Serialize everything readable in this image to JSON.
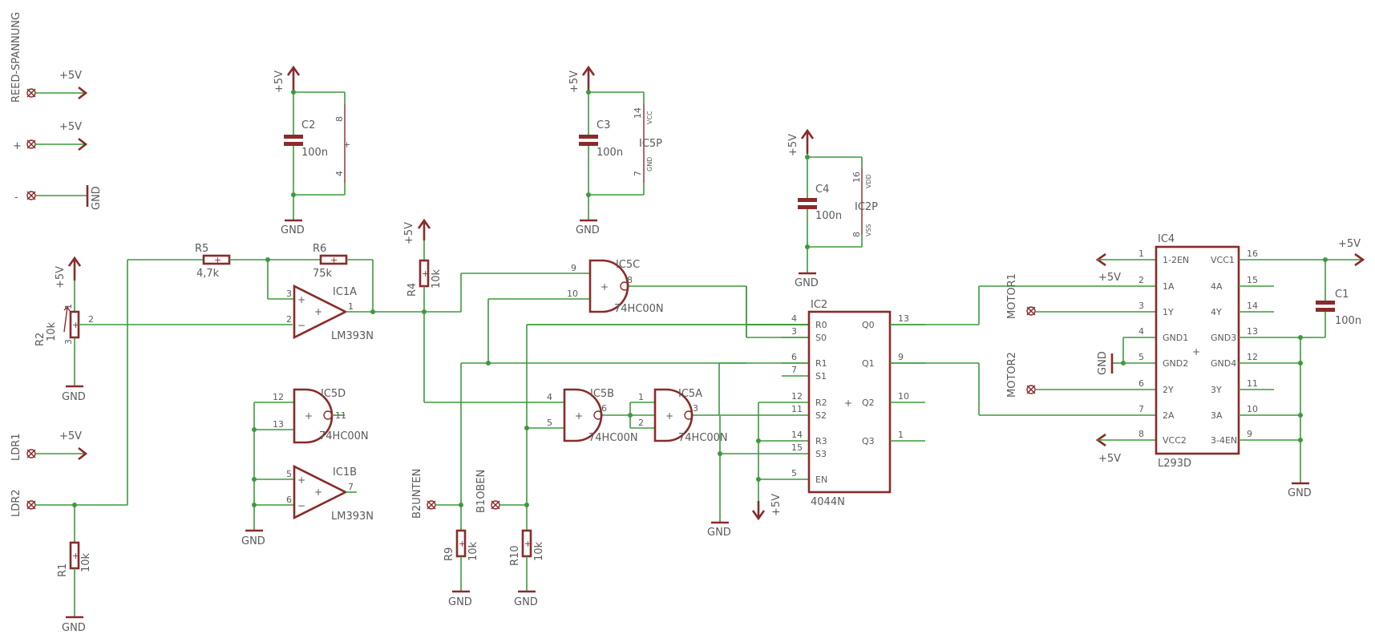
{
  "rails": {
    "vcc": "+5V",
    "gnd": "GND"
  },
  "connectors": {
    "reed_spannung": "REED-SPANNUNG",
    "plus": "+",
    "minus": "-",
    "ldr1": "LDR1",
    "ldr2": "LDR2",
    "b2unten": "B2UNTEN",
    "b1oben": "B1OBEN",
    "motor1": "MOTOR1",
    "motor2": "MOTOR2"
  },
  "resistors": {
    "r1": {
      "name": "R1",
      "value": "10k"
    },
    "r2": {
      "name": "R2",
      "value": "10k"
    },
    "r4": {
      "name": "R4",
      "value": "10k"
    },
    "r5": {
      "name": "R5",
      "value": "4,7k"
    },
    "r6": {
      "name": "R6",
      "value": "75k"
    },
    "r9": {
      "name": "R9",
      "value": "10k"
    },
    "r10": {
      "name": "R10",
      "value": "10k"
    }
  },
  "capacitors": {
    "c1": {
      "name": "C1",
      "value": "100n"
    },
    "c2": {
      "name": "C2",
      "value": "100n"
    },
    "c3": {
      "name": "C3",
      "value": "100n"
    },
    "c4": {
      "name": "C4",
      "value": "100n"
    }
  },
  "ics": {
    "ic1a": {
      "name": "IC1A",
      "part": "LM393N"
    },
    "ic1b": {
      "name": "IC1B",
      "part": "LM393N"
    },
    "ic5a": {
      "name": "IC5A",
      "part": "74HC00N"
    },
    "ic5b": {
      "name": "IC5B",
      "part": "74HC00N"
    },
    "ic5c": {
      "name": "IC5C",
      "part": "74HC00N"
    },
    "ic5d": {
      "name": "IC5D",
      "part": "74HC00N"
    },
    "ic5p": {
      "name": "IC5P"
    },
    "ic2p": {
      "name": "IC2P"
    },
    "ic2": {
      "name": "IC2",
      "part": "4044N"
    },
    "ic4": {
      "name": "IC4",
      "part": "L293D"
    }
  },
  "ic2_pins": {
    "left": [
      {
        "num": "4",
        "name": "R0"
      },
      {
        "num": "3",
        "name": "S0"
      },
      {
        "num": "6",
        "name": "R1"
      },
      {
        "num": "7",
        "name": "S1"
      },
      {
        "num": "12",
        "name": "R2"
      },
      {
        "num": "11",
        "name": "S2"
      },
      {
        "num": "14",
        "name": "R3"
      },
      {
        "num": "15",
        "name": "S3"
      },
      {
        "num": "5",
        "name": "EN"
      }
    ],
    "right": [
      {
        "num": "13",
        "name": "Q0"
      },
      {
        "num": "9",
        "name": "Q1"
      },
      {
        "num": "10",
        "name": "Q2"
      },
      {
        "num": "1",
        "name": "Q3"
      }
    ]
  },
  "ic4_pins": {
    "left": [
      {
        "num": "1",
        "name": "1-2EN"
      },
      {
        "num": "2",
        "name": "1A"
      },
      {
        "num": "3",
        "name": "1Y"
      },
      {
        "num": "4",
        "name": "GND1"
      },
      {
        "num": "5",
        "name": "GND2"
      },
      {
        "num": "6",
        "name": "2Y"
      },
      {
        "num": "7",
        "name": "2A"
      },
      {
        "num": "8",
        "name": "VCC2"
      }
    ],
    "right": [
      {
        "num": "16",
        "name": "VCC1"
      },
      {
        "num": "15",
        "name": "4A"
      },
      {
        "num": "14",
        "name": "4Y"
      },
      {
        "num": "13",
        "name": "GND3"
      },
      {
        "num": "12",
        "name": "GND4"
      },
      {
        "num": "11",
        "name": "3Y"
      },
      {
        "num": "10",
        "name": "3A"
      },
      {
        "num": "9",
        "name": "3-4EN"
      }
    ]
  },
  "power_pins": {
    "ic1_vcc": "8",
    "ic1_gnd": "4",
    "plus": "+",
    "ic5_vcc_num": "14",
    "ic5_vcc": "VCC",
    "ic5_gnd_num": "7",
    "ic5_gnd": "GND",
    "ic2_vdd_num": "16",
    "ic2_vdd": "VDD",
    "ic2_vss_num": "8",
    "ic2_vss": "VSS"
  },
  "pin_numbers": {
    "ic1a_in_plus": "3",
    "ic1a_in_minus": "2",
    "ic1a_out": "1",
    "ic1b_in_plus": "5",
    "ic1b_in_minus": "6",
    "ic1b_out": "7",
    "ic5c_a": "9",
    "ic5c_b": "10",
    "ic5c_y": "8",
    "ic5d_a": "12",
    "ic5d_b": "13",
    "ic5d_y": "11",
    "ic5b_a": "4",
    "ic5b_b": "5",
    "ic5b_y": "6",
    "ic5a_a": "1",
    "ic5a_b": "2",
    "ic5a_y": "3",
    "r2_1": "1",
    "r2_2": "2",
    "r2_3": "3"
  },
  "symbols": {
    "plus": "+",
    "minus": "−"
  }
}
